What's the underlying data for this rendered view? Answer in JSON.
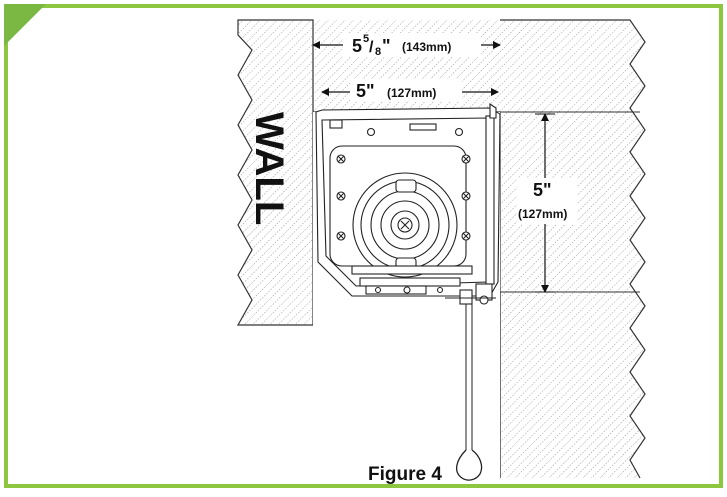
{
  "diagram": {
    "dimensions": {
      "width_total": {
        "whole": "5",
        "frac_num": "5",
        "frac_den": "8",
        "inch_mark": "\"",
        "metric": "(143mm)"
      },
      "width_inner": {
        "value": "5\"",
        "metric": "(127mm)"
      },
      "height": {
        "value": "5\"",
        "metric": "(127mm)"
      }
    },
    "labels": {
      "wall": "WALL",
      "figure": "Figure 4"
    }
  },
  "colors": {
    "frame_border": "#8dc63f",
    "hatch": "#7a7a7a",
    "line": "#111111"
  }
}
